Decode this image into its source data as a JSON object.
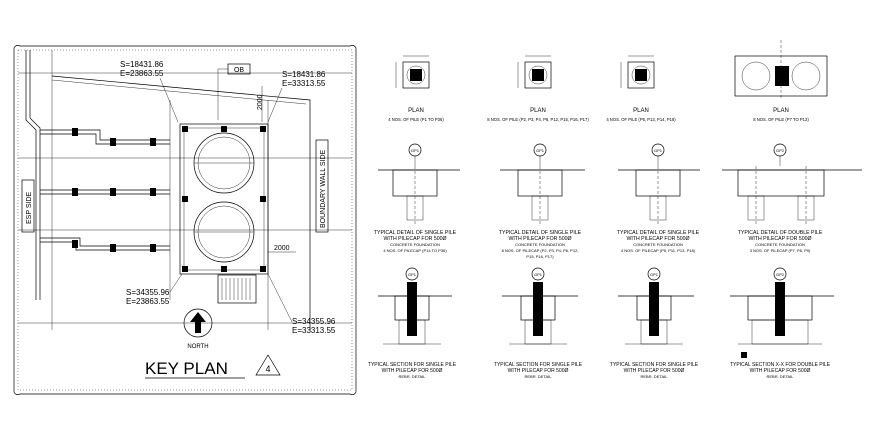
{
  "key_plan": {
    "title": "KEY PLAN",
    "sheet_number": "4",
    "north_label": "NORTH",
    "ob_label": "OB",
    "esp_side": "ESP SIDE",
    "boundary_wall_side": "BOUNDARY WALL SIDE",
    "dim_top": "2000",
    "dim_bottom": "2000",
    "coord_top_left": {
      "s": "S=18431.86",
      "e": "E=23863.55"
    },
    "coord_top_right": {
      "s": "S=18431.86",
      "e": "E=33313.55"
    },
    "coord_bottom_left": {
      "s": "S=34355.96",
      "e": "E=23863.55"
    },
    "coord_bottom_right": {
      "s": "S=34355.96",
      "e": "E=33313.55"
    }
  },
  "plans": [
    {
      "title": "PLAN",
      "caption": "4 NOS. OF PILE (P1 TO P36)"
    },
    {
      "title": "PLAN",
      "caption": "8 NOS. OF PILE (P2, P3, P4, P6, P12, P15, P16, P17)"
    },
    {
      "title": "PLAN",
      "caption": "4 NOS. OF PILE (P5, P13, P14, P18)"
    },
    {
      "title": "PLAN",
      "caption": "8 NOS. OF PILE (P7 TO P13)"
    }
  ],
  "details": [
    {
      "tag": "GP1",
      "line1": "TYPICAL DETAIL OF SINGLE PILE",
      "line2": "WITH PILECAP FOR 500Ø",
      "line3": "CONCRETE FOUNDATION",
      "line4": "4 NOS. OF PILECAP (P14 TO P36)"
    },
    {
      "tag": "GP1",
      "line1": "TYPICAL DETAIL OF SINGLE PILE",
      "line2": "WITH PILECAP FOR 500Ø",
      "line3": "CONCRETE FOUNDATION",
      "line4": "8 NOS. OF PILECAP (P2, P3, P4, P6, P12,",
      "line5": "P15, P16, P17)"
    },
    {
      "tag": "GP1",
      "line1": "TYPICAL DETAIL OF SINGLE PILE",
      "line2": "WITH PILECAP FOR 500Ø",
      "line3": "CONCRETE FOUNDATION",
      "line4": "4 NOS. OF PILECAP (P5, P11, P13, P18)"
    },
    {
      "tag": "GP2",
      "line1": "TYPICAL DETAIL OF DOUBLE PILE",
      "line2": "WITH PILECAP FOR 500Ø",
      "line3": "CONCRETE FOUNDATION",
      "line4": "3 NOS. OF PILECAP (P7, P8, P9)"
    }
  ],
  "sections": [
    {
      "tag": "GP1",
      "line1": "TYPICAL SECTION FOR SINGLE PILE",
      "line2": "WITH PILECAP FOR 500Ø",
      "line3": "REBR. DETAIL"
    },
    {
      "tag": "GP1",
      "line1": "TYPICAL SECTION FOR SINGLE PILE",
      "line2": "WITH PILECAP FOR 500Ø",
      "line3": "REBR. DETAIL"
    },
    {
      "tag": "GP1",
      "line1": "TYPICAL SECTION FOR SINGLE PILE",
      "line2": "WITH PILECAP FOR 500Ø",
      "line3": "REBR. DETAIL"
    },
    {
      "tag": "GP2",
      "line1": "TYPICAL SECTION X-X FOR DOUBLE PILE",
      "line2": "WITH PILECAP FOR 500Ø",
      "line3": "REBR. DETAIL"
    }
  ]
}
